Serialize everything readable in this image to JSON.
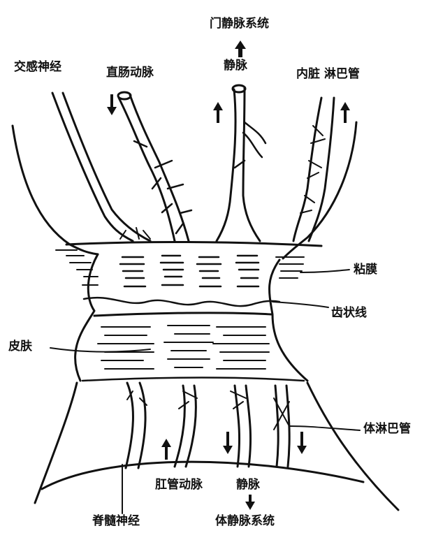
{
  "labels": {
    "portal_system": "门静脉系统",
    "sympathetic_nerve": "交感神经",
    "rectal_artery": "直肠动脉",
    "vein_top": "静脉",
    "visceral_lymph": "内脏 淋巴管",
    "mucosa": "粘膜",
    "dentate_line": "齿状线",
    "skin": "皮肤",
    "somatic_lymph": "体淋巴管",
    "anal_artery": "肛管动脉",
    "vein_bottom": "静脉",
    "spinal_nerve": "脊髓神经",
    "systemic_vein_system": "体静脉系统"
  },
  "colors": {
    "ink": "#111111",
    "background": "#ffffff"
  }
}
